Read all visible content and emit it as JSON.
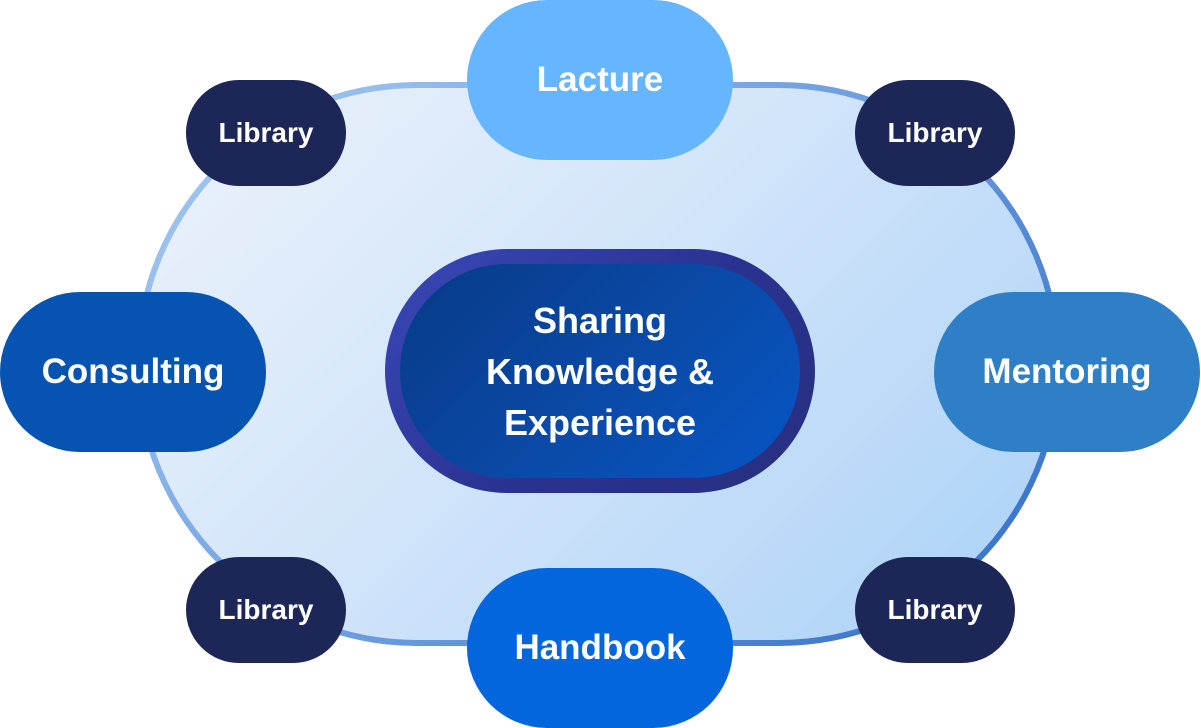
{
  "nodes": {
    "top": "Lacture",
    "bottom": "Handbook",
    "left": "Consulting",
    "right": "Mentoring",
    "library_top_left": "Library",
    "library_top_right": "Library",
    "library_bottom_left": "Library",
    "library_bottom_right": "Library"
  },
  "center": {
    "lines": [
      "Sharing",
      "Knowledge &",
      "Experience"
    ]
  },
  "colors": {
    "ring_fill_light": "#edf3fb",
    "ring_fill_dark": "#a9d1f7",
    "ring_border": "#2f6cc4",
    "library_pill": "#1c2757",
    "lacture_pill": "#66b5ff",
    "handbook_pill": "#0366dc",
    "consulting_pill": "#0653b2",
    "mentoring_pill": "#2f7fc6",
    "center_outer": "#2a3290",
    "center_inner": "#0a4aa8",
    "text": "#ffffff"
  }
}
